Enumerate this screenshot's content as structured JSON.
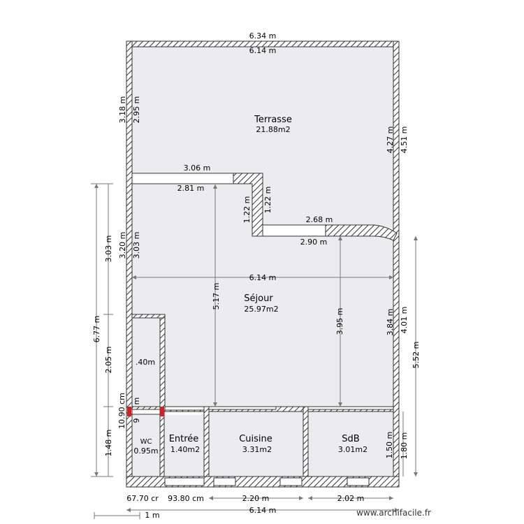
{
  "rooms": {
    "terrasse": {
      "name": "Terrasse",
      "area": "21.88m2"
    },
    "sejour": {
      "name": "Séjour",
      "area": "25.97m2"
    },
    "wc": {
      "name": "WC",
      "area": "0.95m"
    },
    "entree": {
      "name": "Entrée",
      "area": "1.40m2"
    },
    "cuisine": {
      "name": "Cuisine",
      "area": "3.31m2"
    },
    "sdb": {
      "name": "SdB",
      "area": "3.01m2"
    },
    "closet": {
      "label": ".40m"
    }
  },
  "dimensions": {
    "top_outer": "6.34 m",
    "top_inner": "6.14 m",
    "terrasse_left_outer": "3.18 m",
    "terrasse_left_inner": "2.95 m",
    "terrasse_right_inner": "4.27 m",
    "terrasse_right_outer": "4.51 m",
    "ledge_top": "3.06 m",
    "ledge_bottom": "2.81 m",
    "step_left": "1.22 m",
    "step_right": "1.22 m",
    "ledge2_top": "2.68 m",
    "ledge2_bottom": "2.90 m",
    "sejour_width": "6.14 m",
    "sejour_left_outer": "3.20 m",
    "sejour_left_inner": "3.03 m",
    "sejour_height": "5.17 m",
    "sejour_mid_height": "3.95 m",
    "sejour_right_inner": "3.84 m",
    "sejour_right_outer": "4.01 m",
    "far_right": "5.52 m",
    "far_left_total": "6.77 m",
    "left_seg_top": "3.03 m",
    "left_seg_mid": "2.05 m",
    "left_seg_bot": "1.48 m",
    "left_small_a": "10.90 cm",
    "left_small_b": "m",
    "left_small_c": "9",
    "sdb_inner": "1.50 m",
    "sdb_outer": "1.80 m",
    "bottom_wc": "67.70 cr",
    "bottom_entree": "93.80 cm",
    "bottom_cuisine": "2.20 m",
    "bottom_sdb": "2.02 m",
    "bottom_total": "6.14 m",
    "scale": "1 m"
  },
  "watermark": "www.archifacile.fr"
}
